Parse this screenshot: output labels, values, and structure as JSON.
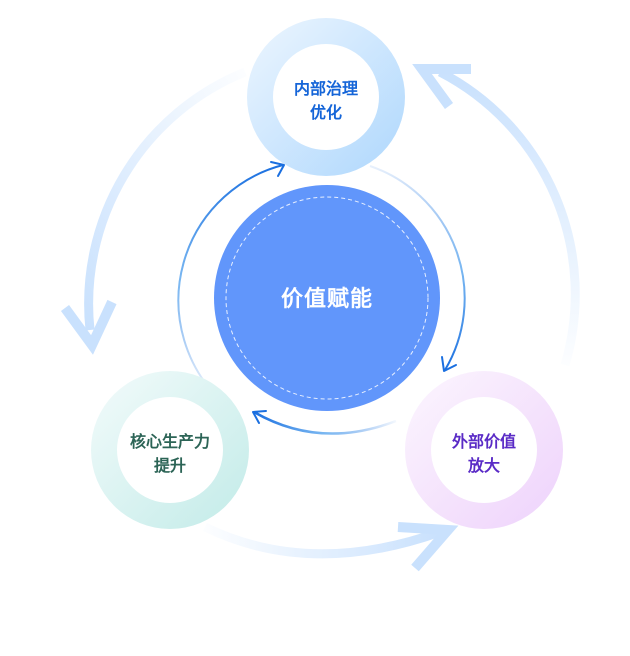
{
  "diagram": {
    "center": {
      "label": "价值赋能",
      "fill": "#6196fb",
      "text_color": "#ffffff"
    },
    "nodes": [
      {
        "id": "top",
        "lines": [
          "内部治理",
          "优化"
        ],
        "text_color": "#1565d8",
        "ring_from": "#e8f4fe",
        "ring_to": "#b5dcfd"
      },
      {
        "id": "left",
        "lines": [
          "核心生产力",
          "提升"
        ],
        "text_color": "#2c6456",
        "ring_from": "#f1fbfb",
        "ring_to": "#c6ecea"
      },
      {
        "id": "right",
        "lines": [
          "外部价值",
          "放大"
        ],
        "text_color": "#5a2bc6",
        "ring_from": "#fbf4fe",
        "ring_to": "#efd6fb"
      }
    ],
    "inner_arrow_color": "#1a6fe0",
    "outer_arrow_color": "#c9e1fd"
  }
}
